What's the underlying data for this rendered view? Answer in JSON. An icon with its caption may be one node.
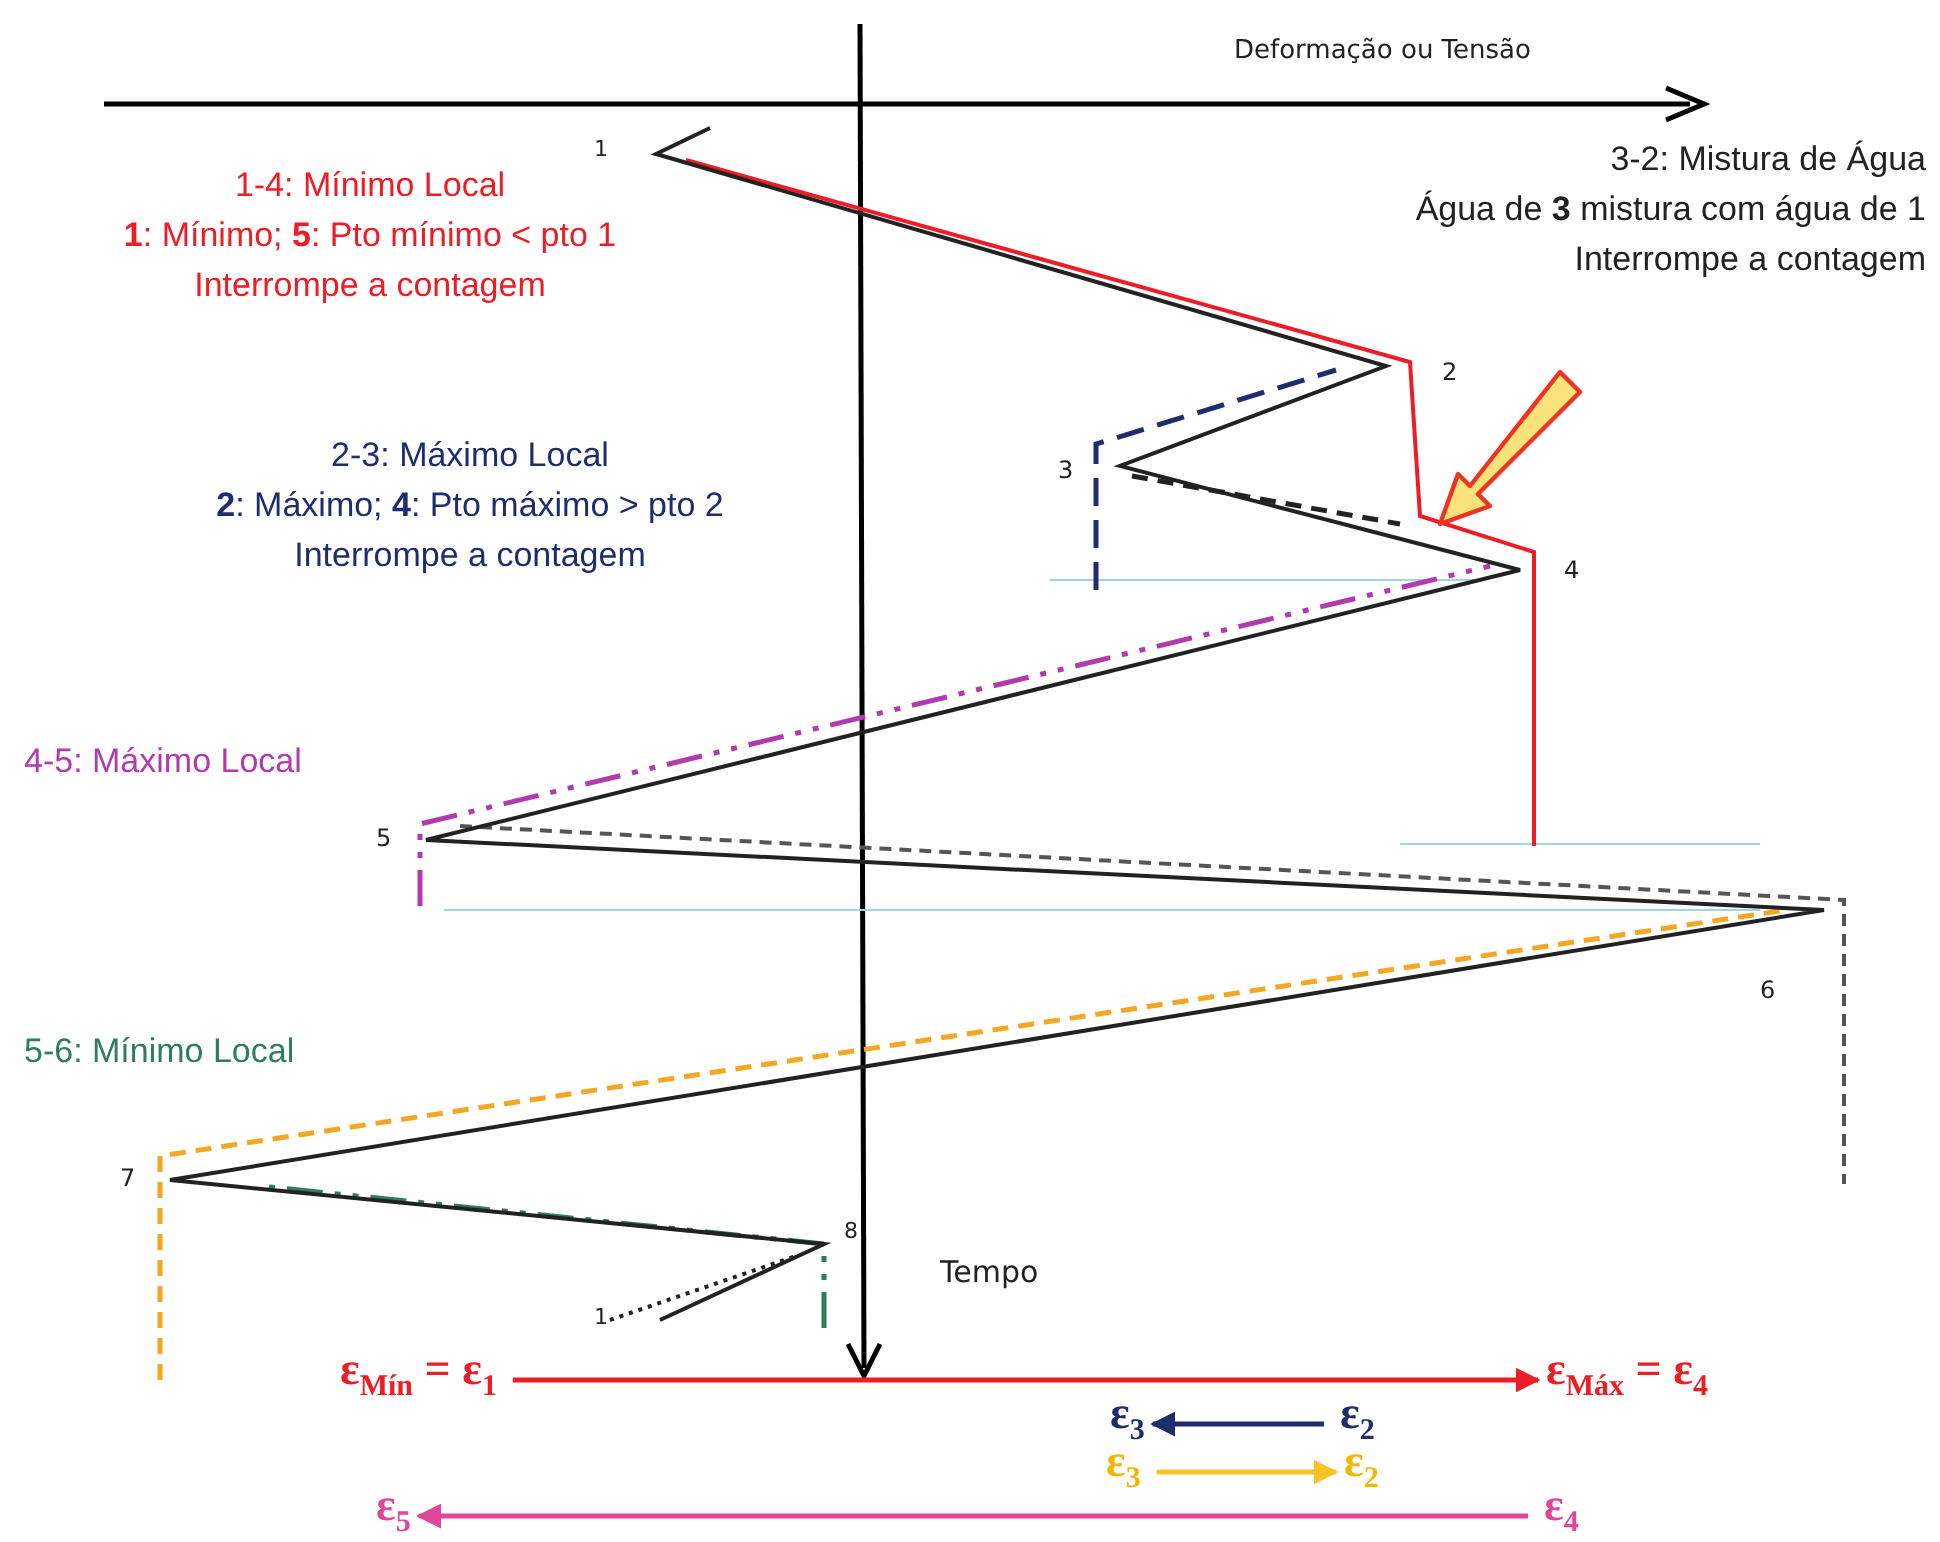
{
  "diagram": {
    "nodes": [
      {
        "text": [
          "ε$_{Mín}$ = ε$_{1}$"
        ]
      },
      {
        "text": [
          "ε$_{Máx}$ = ε$_{4}$"
        ]
      },
      {
        "text": [
          "ε$_{3}$"
        ]
      },
      {
        "text": [
          "ε$_{2}$"
        ]
      },
      {
        "text": [
          "ε$_{3}$"
        ]
      },
      {
        "text": [
          "ε$_{2}$"
        ]
      },
      {
        "text": [
          "ε$_{5}$"
        ]
      },
      {
        "text": [
          "ε$_{4}$"
        ]
      }
    ],
    "edges": [
      {
        "from": 0,
        "to": 1,
        "arrow": "to",
        "color": "#ee1c24"
      },
      {
        "from": 3,
        "to": 2,
        "arrow": "to",
        "color": "#1f2d6e"
      },
      {
        "from": 4,
        "to": 5,
        "arrow": "to",
        "color": "#f7c325"
      },
      {
        "from": 7,
        "to": 6,
        "arrow": "to",
        "color": "#e0479a"
      }
    ],
    "labels": [
      "Deformação ou Tensão",
      "1-4: Mínimo Local",
      "1",
      "**1**: Mínimo; **5**: Pto mínimo < pto 1",
      "Interrompe a contagem",
      "3-2: Mistura de Água",
      "Água de **3** mistura com água de 1",
      "Interrompe a contagem",
      "2",
      "2-3: Máximo Local",
      "3",
      "**2**: Máximo; **4**: Pto máximo > pto 2",
      "Interrompe a contagem",
      "4",
      "4-5: Máximo Local",
      "5",
      "6",
      "5-6: Mínimo Local",
      "7",
      "8",
      "Tempo",
      "1"
    ]
  }
}
